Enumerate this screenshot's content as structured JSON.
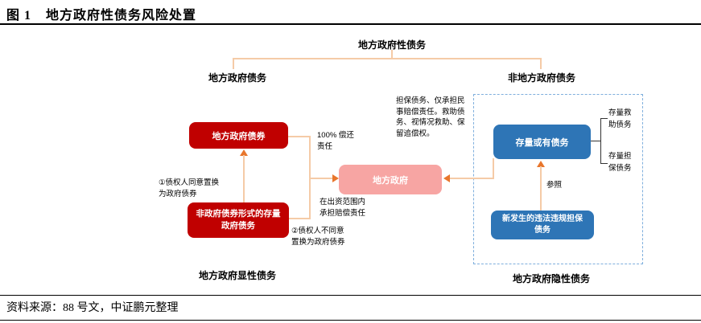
{
  "header": {
    "figure_label": "图 1",
    "title": "地方政府性债务风险处置"
  },
  "footer": {
    "source": "资料来源：88 号文，中证鹏元整理"
  },
  "diagram": {
    "root_label": "地方政府性债务",
    "left_branch_label": "地方政府债务",
    "right_branch_label": "非地方政府债务",
    "boxes": {
      "gov_bond": "地方政府债券",
      "non_bond_stock": "非政府债券形式的存量\n政府债务",
      "local_gov": "地方政府",
      "stock_contingent": "存量或有债务",
      "new_illegal_guarantee": "新发生的违法违规担保\n债务"
    },
    "annotations": {
      "swap_agree": "①债权人同意置换\n为政府债券",
      "swap_disagree": "②债权人不同意\n置换为政府债券",
      "full_repayment": "100% 偿还\n责任",
      "compensation_scope": "在出资范围内\n承担赔偿责任",
      "contingent_note": "担保债务、仅承担民\n事赔偿责任。救助债\n务、视情况救助、保\n留追偿权。",
      "reference": "参照",
      "stock_rescue": "存量救\n助债务",
      "stock_guarantee": "存量担\n保债务"
    },
    "bottom_labels": {
      "explicit": "地方政府显性债务",
      "implicit": "地方政府隐性债务"
    }
  },
  "colors": {
    "red": "#C00000",
    "pink": "#F7A5A3",
    "blue": "#2E75B6",
    "line": "#F5CBA7",
    "arrow": "#E8762C",
    "dashed-border": "#7FAFDD",
    "bracket": "#333333"
  }
}
